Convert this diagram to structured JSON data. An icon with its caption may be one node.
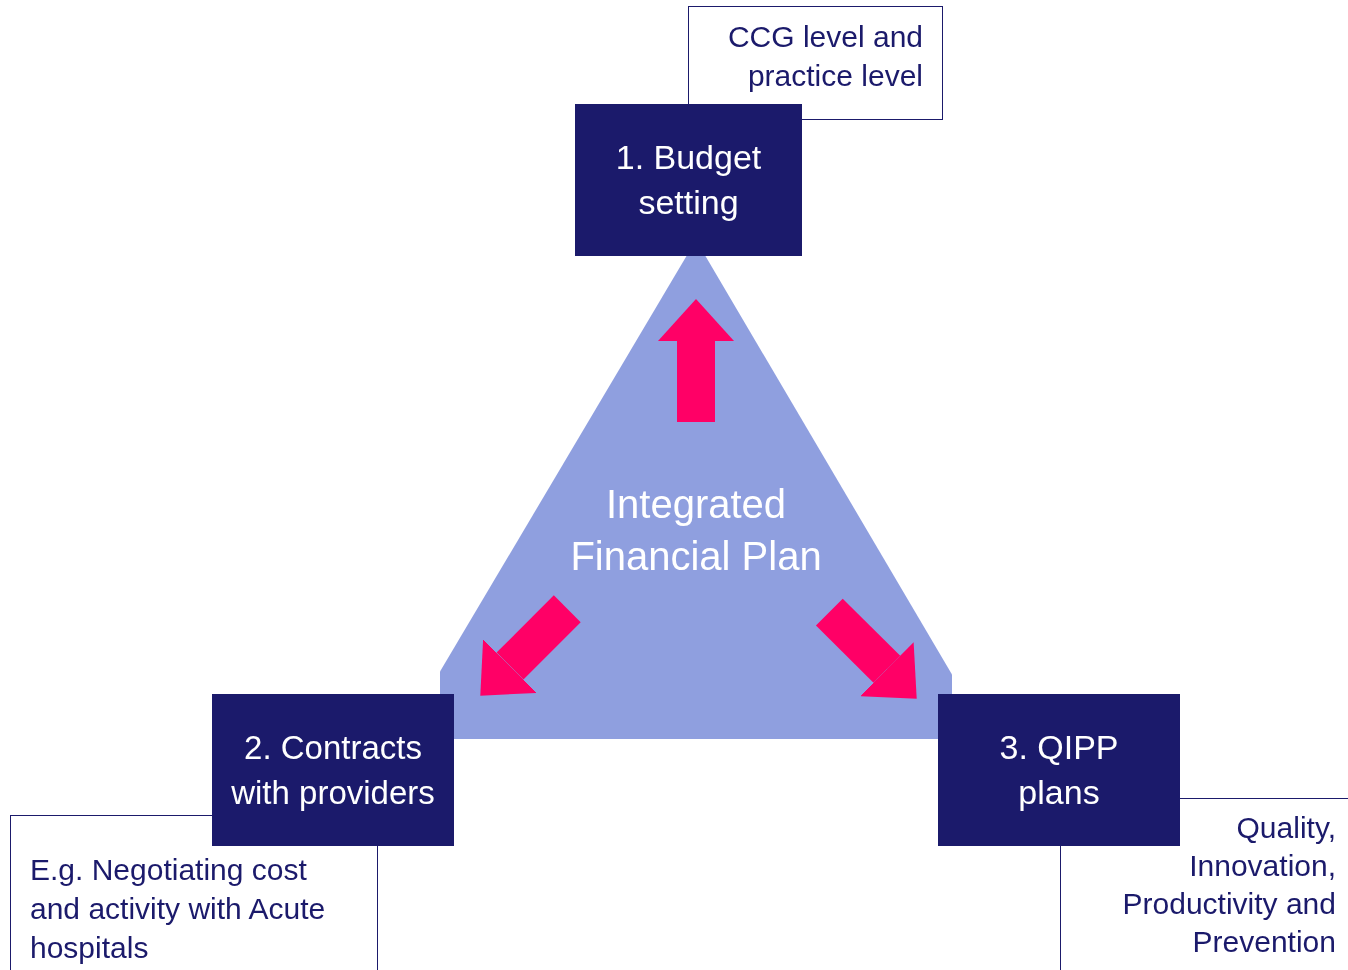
{
  "diagram": {
    "nodes": [
      {
        "text": [
          "Integrated Financial Plan"
        ]
      },
      {
        "text": [
          "1. Budget setting"
        ]
      },
      {
        "text": [
          "CCG level and practice level"
        ]
      },
      {
        "text": [
          "2. Contracts with providers"
        ]
      },
      {
        "text": [
          "E.g. Negotiating cost and activity with Acute hospitals"
        ]
      },
      {
        "text": [
          "3. QIPP plans"
        ]
      },
      {
        "text": [
          "Quality, Innovation, Productivity and Prevention"
        ]
      }
    ],
    "edges": [
      {
        "from": 0,
        "to": 1,
        "arrow": "to"
      },
      {
        "from": 0,
        "to": 3,
        "arrow": "to"
      },
      {
        "from": 0,
        "to": 5,
        "arrow": "to"
      }
    ]
  }
}
